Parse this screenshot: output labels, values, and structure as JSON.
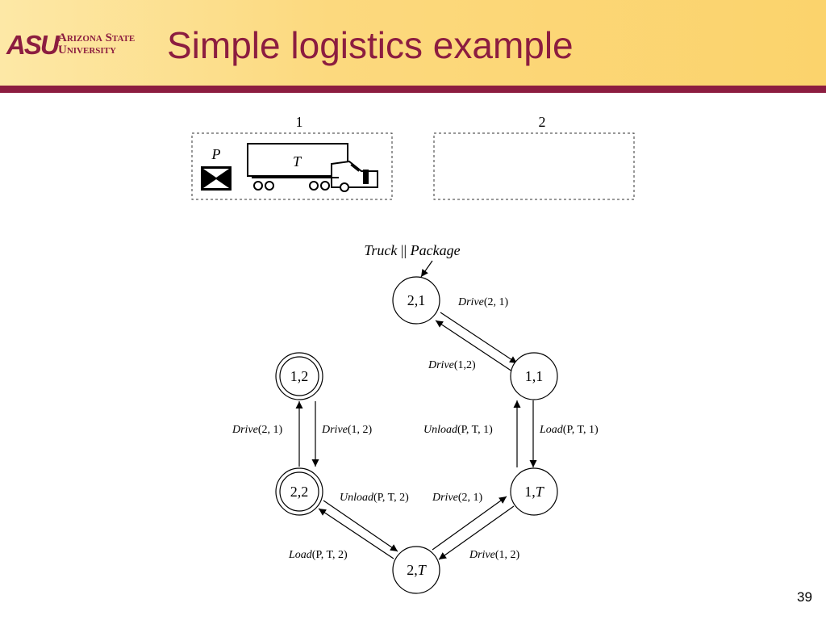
{
  "header": {
    "logo_mark": "ASU",
    "logo_line1": "Arizona State",
    "logo_line2": "University",
    "title": "Simple logistics example"
  },
  "locations": {
    "loc1_label": "1",
    "loc2_label": "2",
    "package_label": "P",
    "truck_label": "T"
  },
  "graph": {
    "initial_label_truck": "Truck",
    "initial_label_sep": " || ",
    "initial_label_package": "Package",
    "states": {
      "s21": "2,1",
      "s11": "1,1",
      "s12": "1,2",
      "s22": "2,2",
      "s1T_num": "1,",
      "s1T_T": "T",
      "s2T_num": "2,",
      "s2T_T": "T"
    },
    "edges": {
      "drive_21_top": {
        "op": "Drive",
        "args": "(2, 1)"
      },
      "drive_12_top": {
        "op": "Drive",
        "args": "(1,2)"
      },
      "drive_21_left": {
        "op": "Drive",
        "args": "(2, 1)"
      },
      "drive_12_left": {
        "op": "Drive",
        "args": "(1, 2)"
      },
      "unload_1": {
        "op": "Unload",
        "args": "(P, T, 1)"
      },
      "load_1": {
        "op": "Load",
        "args": "(P, T, 1)"
      },
      "unload_2": {
        "op": "Unload",
        "args": "(P, T, 2)"
      },
      "drive_21_bottom": {
        "op": "Drive",
        "args": "(2, 1)"
      },
      "load_2": {
        "op": "Load",
        "args": "(P, T, 2)"
      },
      "drive_12_bottom": {
        "op": "Drive",
        "args": "(1, 2)"
      }
    }
  },
  "page_number": "39",
  "colors": {
    "brand_maroon": "#8c1d40",
    "header_gold": "#fcd97e"
  }
}
